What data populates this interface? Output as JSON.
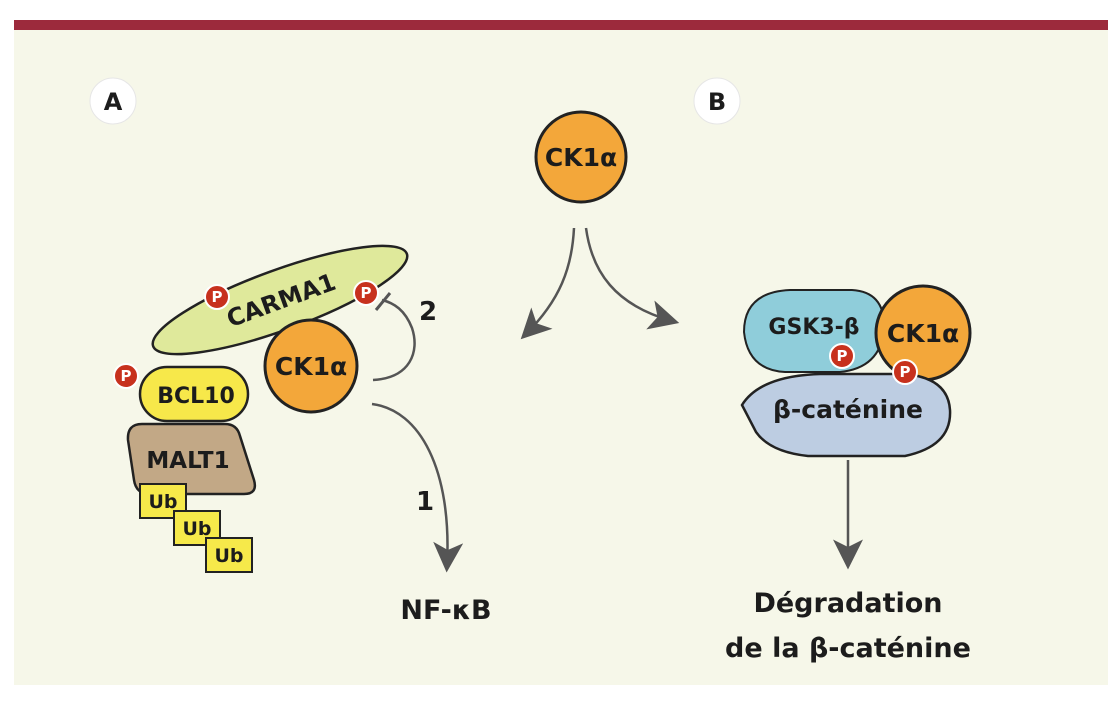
{
  "panel_a": {
    "label": "A"
  },
  "panel_b": {
    "label": "B"
  },
  "center": {
    "ck1a": "CK1α"
  },
  "complex_a": {
    "carma1": "CARMA1",
    "bcl10": "BCL10",
    "malt1": "MALT1",
    "ub": [
      "Ub",
      "Ub",
      "Ub"
    ],
    "ck1a": "CK1α",
    "phospho": [
      "P",
      "P",
      "P"
    ],
    "step1": "1",
    "step2": "2",
    "output": "NF-κB"
  },
  "complex_b": {
    "gsk3b": "GSK3-β",
    "ck1a": "CK1α",
    "bcat": "β-caténine",
    "phospho": [
      "P",
      "P"
    ],
    "output_line1": "Dégradation",
    "output_line2": "de la β-caténine"
  },
  "colors": {
    "bar": "#9c2a3c",
    "panel": "#f6f7e9",
    "ck1a": "#f3a73a",
    "carma1": "#dfe99b",
    "bcl10": "#f7e84a",
    "malt1": "#c2a886",
    "ub": "#f6e94a",
    "gsk3b": "#8fcdda",
    "bcat": "#bdcde2",
    "phospho": "#c7311d"
  }
}
